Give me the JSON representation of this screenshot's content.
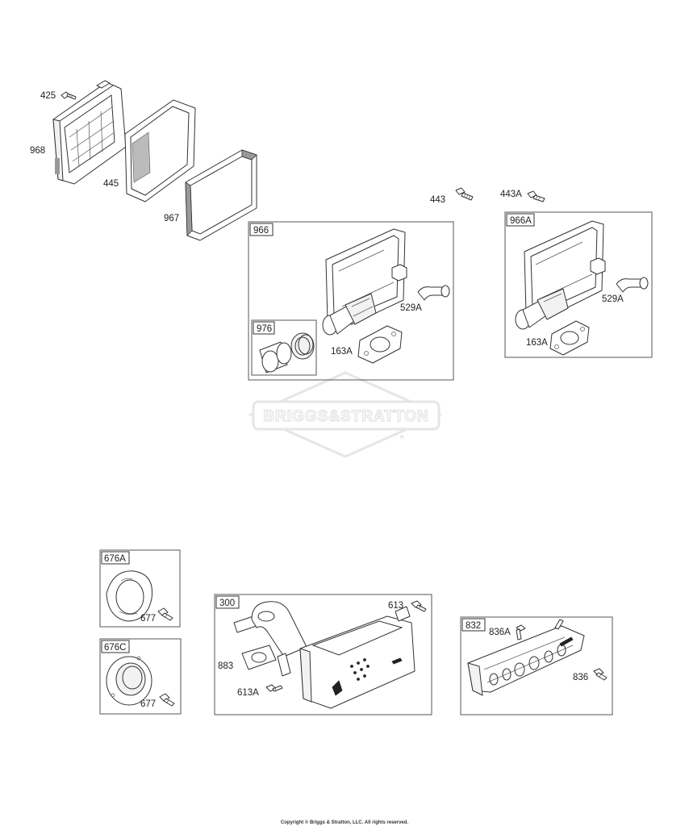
{
  "callouts": {
    "p425": "425",
    "p968": "968",
    "p445": "445",
    "p967": "967",
    "p443": "443",
    "p443A": "443A",
    "p966": "966",
    "p966A": "966A",
    "p529A_a": "529A",
    "p529A_b": "529A",
    "p976": "976",
    "p163A_a": "163A",
    "p163A_b": "163A",
    "p676A": "676A",
    "p677_a": "677",
    "p676C": "676C",
    "p677_b": "677",
    "p300": "300",
    "p613": "613",
    "p883": "883",
    "p613A": "613A",
    "p832": "832",
    "p836A": "836A",
    "p836": "836"
  },
  "watermark": {
    "brand": "BRIGGS&STRATTON",
    "trademark": "®"
  },
  "footer": {
    "copyright": "Copyright © Briggs & Stratton, LLC. All rights reserved."
  }
}
